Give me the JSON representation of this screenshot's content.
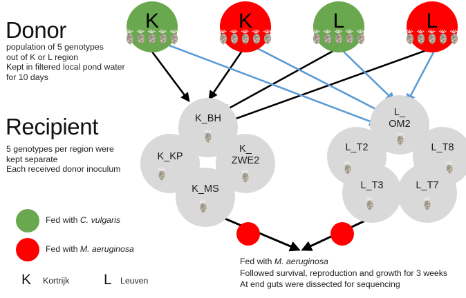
{
  "sections": {
    "donor": {
      "title": "Donor",
      "lines": [
        "population of 5 genotypes",
        "out of K or L region",
        "Kept in filtered local pond water",
        "for 10 days"
      ]
    },
    "recipient": {
      "title": "Recipient",
      "lines": [
        "5 genotypes per region were",
        "kept separate",
        "Each received donor inoculum"
      ]
    }
  },
  "donors": [
    {
      "label": "K",
      "feed": "C. vulgaris",
      "color": "#6aa84f",
      "daphnia_count": 5
    },
    {
      "label": "K",
      "feed": "M. aeruginosa",
      "color": "#fe0000",
      "daphnia_count": 5
    },
    {
      "label": "L",
      "feed": "C. vulgaris",
      "color": "#6aa84f",
      "daphnia_count": 5
    },
    {
      "label": "L",
      "feed": "M. aeruginosa",
      "color": "#fe0000",
      "daphnia_count": 5
    }
  ],
  "recipients": {
    "kortrijk": [
      {
        "id": "K_BH",
        "line1": "K_BH",
        "line2": ""
      },
      {
        "id": "K_KP",
        "line1": "K_KP",
        "line2": ""
      },
      {
        "id": "K_ZWE2",
        "line1": "K_",
        "line2": "ZWE2"
      },
      {
        "id": "K_MS",
        "line1": "K_MS",
        "line2": ""
      }
    ],
    "leuven": [
      {
        "id": "L_OM2",
        "line1": "L_",
        "line2": "OM2"
      },
      {
        "id": "L_T2",
        "line1": "L_T2",
        "line2": ""
      },
      {
        "id": "L_T8",
        "line1": "L_T8",
        "line2": ""
      },
      {
        "id": "L_T3",
        "line1": "L_T3",
        "line2": ""
      },
      {
        "id": "L_T7",
        "line1": "L_T7",
        "line2": ""
      }
    ]
  },
  "legend": {
    "fed_green_prefix": "Fed with ",
    "fed_green_species": "C. vulgaris",
    "fed_red_prefix": "Fed with ",
    "fed_red_species": "M. aeruginosa",
    "letter_k": "K",
    "region_k": "Kortrijk",
    "letter_l": "L",
    "region_l": "Leuven"
  },
  "footer": {
    "line1_prefix": "Fed with ",
    "line1_species": "M. aeruginosa",
    "line2": "Followed survival, reproduction and growth for 3 weeks",
    "line3": "At end guts were dissected for sequencing"
  },
  "colors": {
    "green": "#6aa84f",
    "red": "#fe0000",
    "gray": "#d9d9d9",
    "arrow_black": "#000000",
    "arrow_blue": "#5b9bd5"
  }
}
